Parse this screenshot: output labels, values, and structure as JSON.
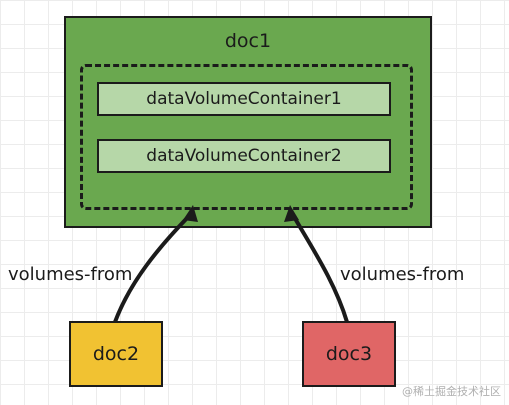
{
  "host": {
    "title": "doc1"
  },
  "volumes": [
    {
      "label": "dataVolumeContainer1"
    },
    {
      "label": "dataVolumeContainer2"
    }
  ],
  "clients": [
    {
      "label": "doc2",
      "color": "#f1c232"
    },
    {
      "label": "doc3",
      "color": "#e06666"
    }
  ],
  "edges": [
    {
      "label": "volumes-from",
      "from": "doc2",
      "to": "doc1"
    },
    {
      "label": "volumes-from",
      "from": "doc3",
      "to": "doc1"
    }
  ],
  "watermark": "@稀土掘金技术社区",
  "colors": {
    "host": "#6aa84f",
    "volume": "#b6d7a8",
    "stroke": "#1b1b1b"
  }
}
